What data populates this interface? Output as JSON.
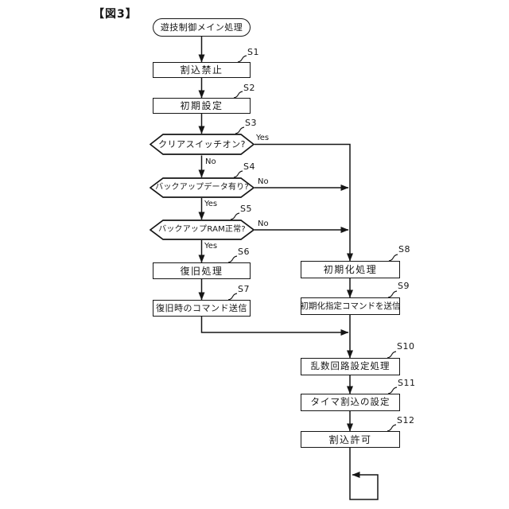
{
  "figure": {
    "title": "【図3】"
  },
  "edge_labels": {
    "yes": "Yes",
    "no": "No"
  },
  "nodes": {
    "start": {
      "label": "遊技制御メイン処理"
    },
    "s1": {
      "step": "S1",
      "label": "割込禁止"
    },
    "s2": {
      "step": "S2",
      "label": "初期設定"
    },
    "s3": {
      "step": "S3",
      "label": "クリアスイッチオン?"
    },
    "s4": {
      "step": "S4",
      "label": "バックアップデータ有り?"
    },
    "s5": {
      "step": "S5",
      "label": "バックアップRAM正常?"
    },
    "s6": {
      "step": "S6",
      "label": "復旧処理"
    },
    "s7": {
      "step": "S7",
      "label": "復旧時のコマンド送信"
    },
    "s8": {
      "step": "S8",
      "label": "初期化処理"
    },
    "s9": {
      "step": "S9",
      "label": "初期化指定コマンドを送信"
    },
    "s10": {
      "step": "S10",
      "label": "乱数回路設定処理"
    },
    "s11": {
      "step": "S11",
      "label": "タイマ割込の設定"
    },
    "s12": {
      "step": "S12",
      "label": "割込許可"
    }
  }
}
